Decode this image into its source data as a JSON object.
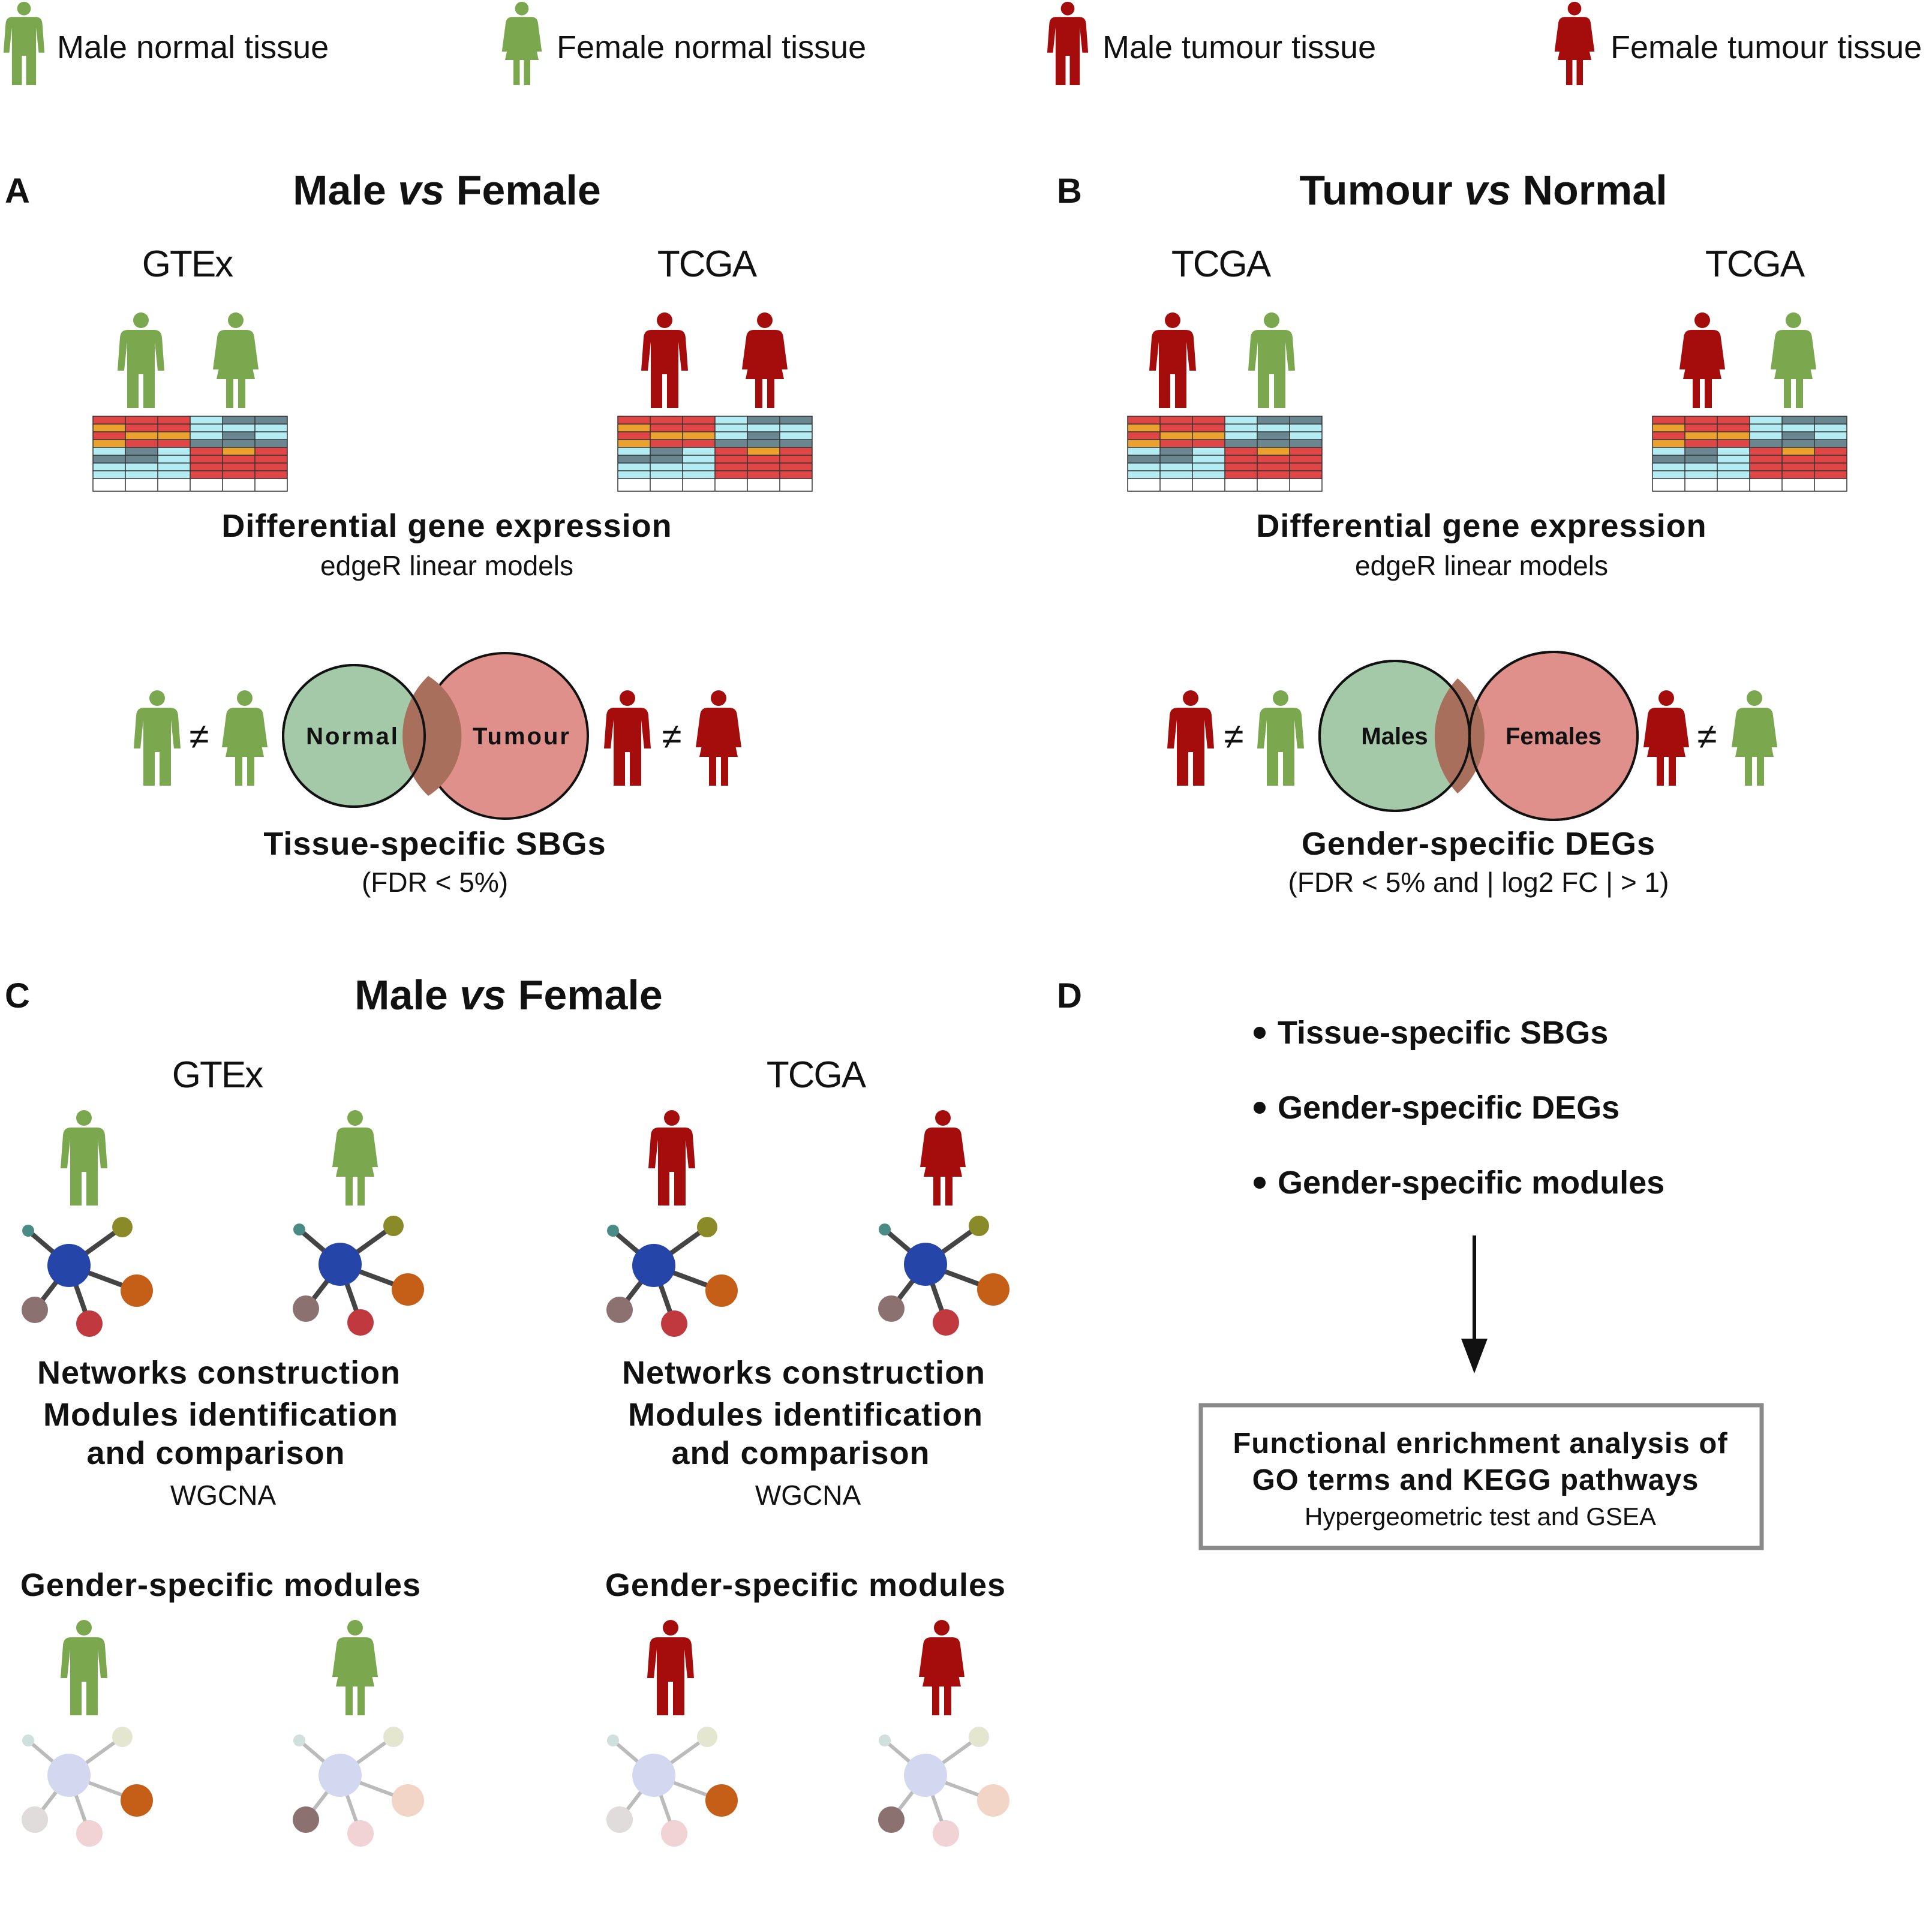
{
  "colors": {
    "normal_green": "#7ba74e",
    "tumour_red": "#a50d0c",
    "heat_red": "#e04646",
    "heat_orange": "#eaa12e",
    "heat_cyan": "#b4ecf4",
    "heat_slate": "#6a8690",
    "venn_green": "#a3c9a8",
    "venn_red": "#e0908a",
    "venn_overlap": "#a8705c",
    "hub_blue": "#2545a8",
    "node_teal": "#4b8b85",
    "node_olive": "#8a8a28",
    "node_orange": "#c55e16",
    "node_rose": "#8c7171",
    "node_crimson": "#c0393e",
    "box_border": "#8a8a8a"
  },
  "legend": [
    {
      "icon": "male-normal-icon",
      "label": "Male normal tissue"
    },
    {
      "icon": "female-normal-icon",
      "label": "Female normal tissue"
    },
    {
      "icon": "male-tumour-icon",
      "label": "Male tumour tissue"
    },
    {
      "icon": "female-tumour-icon",
      "label": "Female tumour tissue"
    }
  ],
  "panelA": {
    "letter": "A",
    "title_a": "Male ",
    "title_vs": "vs",
    "title_b": " Female",
    "dataset_left": "GTEx",
    "dataset_right": "TCGA",
    "method": "Differential gene expression",
    "method_sub": "edgeR linear models",
    "venn_left": "Normal",
    "venn_right": "Tumour",
    "neq": "≠",
    "result": "Tissue-specific SBGs",
    "result_sub": "(FDR < 5%)"
  },
  "panelB": {
    "letter": "B",
    "title_a": "Tumour ",
    "title_vs": "vs",
    "title_b": " Normal",
    "dataset_left": "TCGA",
    "dataset_right": "TCGA",
    "method": "Differential gene expression",
    "method_sub": "edgeR linear models",
    "venn_left": "Males",
    "venn_right": "Females",
    "neq": "≠",
    "result": "Gender-specific DEGs",
    "result_sub": "(FDR < 5% and | log2 FC | > 1)"
  },
  "panelC": {
    "letter": "C",
    "title_a": "Male ",
    "title_vs": "vs",
    "title_b": " Female",
    "dataset_left": "GTEx",
    "dataset_right": "TCGA",
    "step1": "Networks construction",
    "step2": "Modules identification",
    "step3": "and comparison",
    "step_sub": "WGCNA",
    "result": "Gender-specific modules"
  },
  "panelD": {
    "letter": "D",
    "items": [
      "Tissue-specific SBGs",
      "Gender-specific DEGs",
      "Gender-specific modules"
    ],
    "box_line1": "Functional enrichment analysis of",
    "box_line2": "GO terms and KEGG pathways",
    "box_sub": "Hypergeometric test and GSEA"
  }
}
